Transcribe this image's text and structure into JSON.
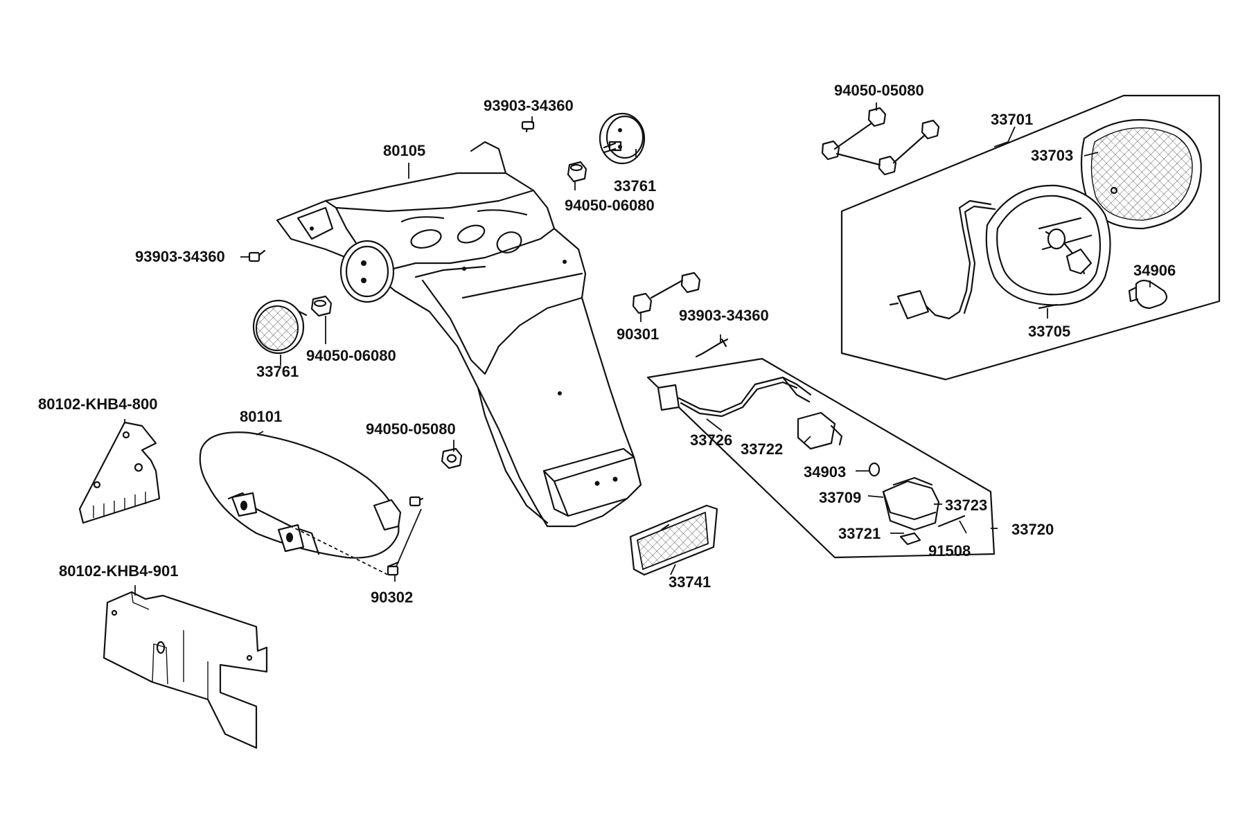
{
  "diagram": {
    "callouts": [
      {
        "id": "c-93903-34360-top",
        "text": "93903-34360"
      },
      {
        "id": "c-80105",
        "text": "80105"
      },
      {
        "id": "c-33761-top",
        "text": "33761"
      },
      {
        "id": "c-94050-06080-top",
        "text": "94050-06080"
      },
      {
        "id": "c-93903-34360-left",
        "text": "93903-34360"
      },
      {
        "id": "c-33761-left",
        "text": "33761"
      },
      {
        "id": "c-94050-06080-left",
        "text": "94050-06080"
      },
      {
        "id": "c-90301",
        "text": "90301"
      },
      {
        "id": "c-93903-34360-mid",
        "text": "93903-34360"
      },
      {
        "id": "c-94050-05080-top",
        "text": "94050-05080"
      },
      {
        "id": "c-33701",
        "text": "33701"
      },
      {
        "id": "c-33703",
        "text": "33703"
      },
      {
        "id": "c-34906",
        "text": "34906"
      },
      {
        "id": "c-33705",
        "text": "33705"
      },
      {
        "id": "c-80102-khb4-800",
        "text": "80102-KHB4-800"
      },
      {
        "id": "c-80101",
        "text": "80101"
      },
      {
        "id": "c-94050-05080-mid",
        "text": "94050-05080"
      },
      {
        "id": "c-90302",
        "text": "90302"
      },
      {
        "id": "c-80102-khb4-901",
        "text": "80102-KHB4-901"
      },
      {
        "id": "c-33726",
        "text": "33726"
      },
      {
        "id": "c-33722",
        "text": "33722"
      },
      {
        "id": "c-34903",
        "text": "34903"
      },
      {
        "id": "c-33709",
        "text": "33709"
      },
      {
        "id": "c-33723",
        "text": "33723"
      },
      {
        "id": "c-33721",
        "text": "33721"
      },
      {
        "id": "c-91508",
        "text": "91508"
      },
      {
        "id": "c-33720",
        "text": "33720"
      },
      {
        "id": "c-33741",
        "text": "33741"
      }
    ]
  }
}
